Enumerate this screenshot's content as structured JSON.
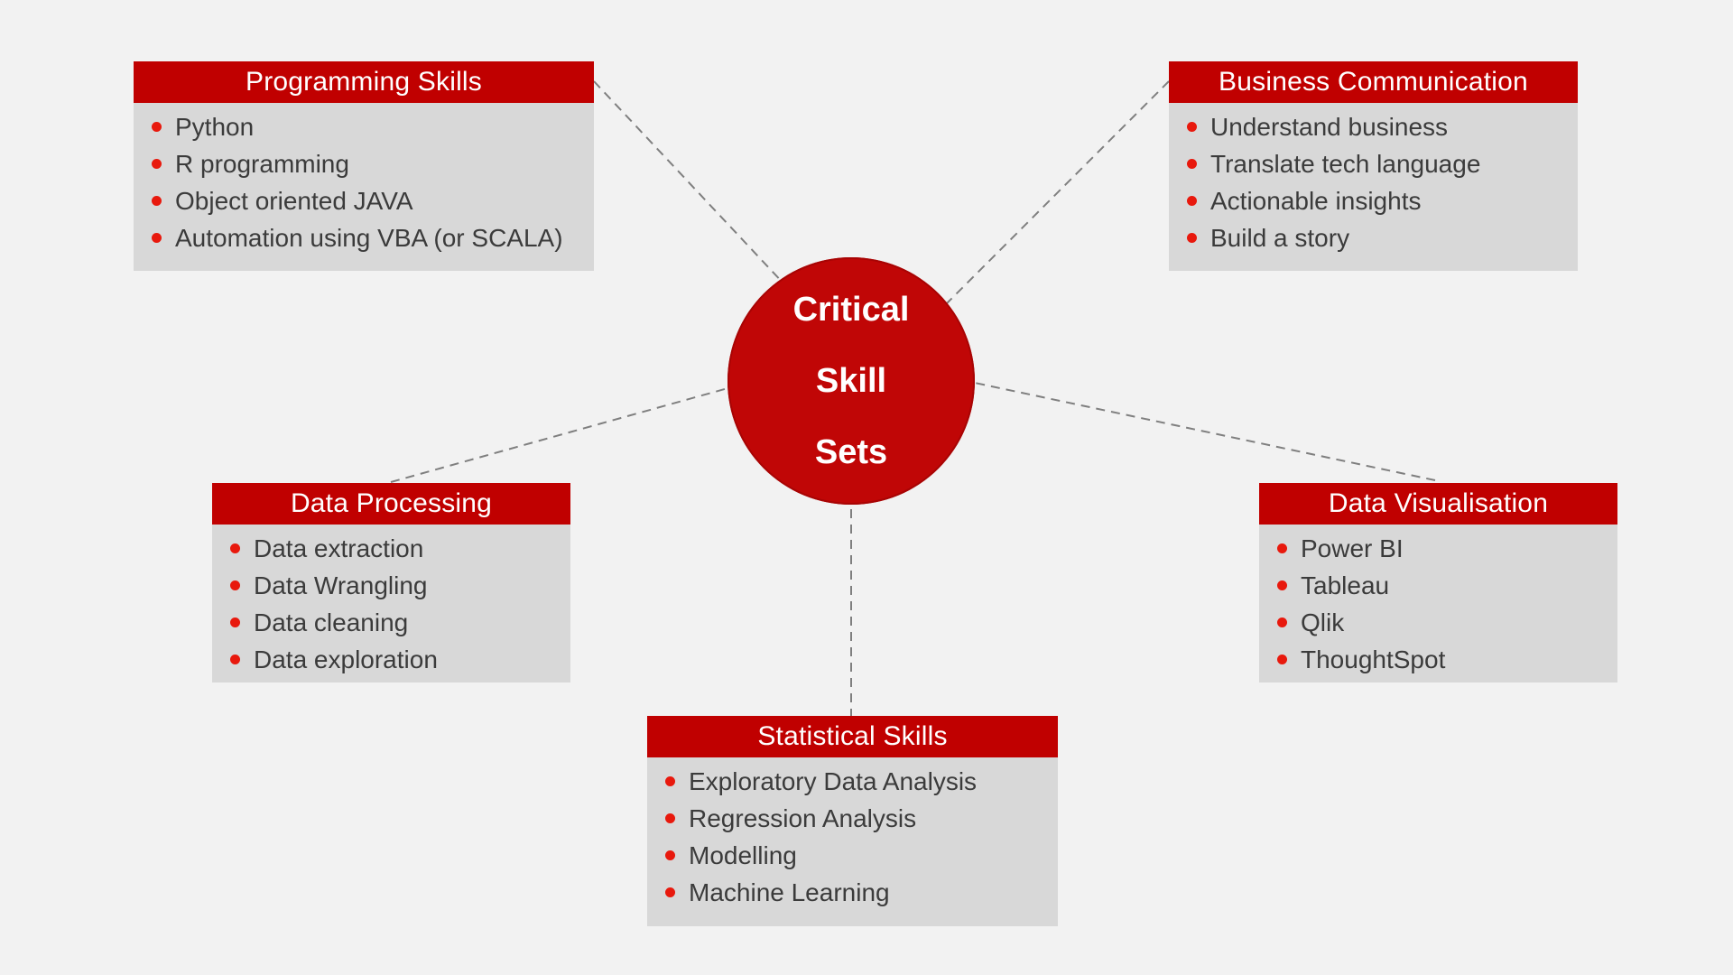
{
  "diagram": {
    "type": "spider-diagram",
    "background_color": "#F2F2F2",
    "colors": {
      "header_red": "#C00000",
      "circle_red": "#C00606",
      "body_gray": "#D8D8D8",
      "bullet_red": "#E8190D",
      "item_text": "#3B3B3B",
      "header_text": "#FFFFFF",
      "connector_gray": "#7F7F7F"
    },
    "center": {
      "lines": [
        "Critical",
        "Skill",
        "Sets"
      ]
    },
    "boxes": [
      {
        "id": "programming-skills",
        "title": "Programming Skills",
        "items": [
          "Python",
          "R programming",
          "Object oriented JAVA",
          "Automation using VBA (or SCALA)"
        ]
      },
      {
        "id": "business-communication",
        "title": "Business Communication",
        "items": [
          "Understand business",
          "Translate tech language",
          "Actionable insights",
          "Build a story"
        ]
      },
      {
        "id": "data-processing",
        "title": "Data Processing",
        "items": [
          "Data extraction",
          "Data Wrangling",
          "Data cleaning",
          "Data exploration"
        ]
      },
      {
        "id": "data-visualisation",
        "title": "Data Visualisation",
        "items": [
          "Power BI",
          "Tableau",
          "Qlik",
          "ThoughtSpot"
        ]
      },
      {
        "id": "statistical-skills",
        "title": "Statistical Skills",
        "items": [
          "Exploratory Data Analysis",
          "Regression Analysis",
          "Modelling",
          "Machine Learning"
        ]
      }
    ]
  }
}
